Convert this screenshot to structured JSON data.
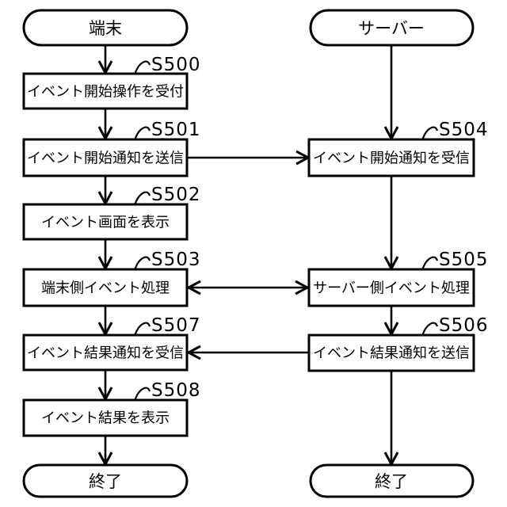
{
  "colors": {
    "background": "#ffffff",
    "line": "#000000"
  },
  "flowchart": {
    "lanes": [
      {
        "name": "terminal",
        "start": {
          "label": "端末"
        },
        "end": {
          "label": "終了"
        },
        "steps": [
          {
            "id": "S500",
            "text": "イベント開始操作を受付"
          },
          {
            "id": "S501",
            "text": "イベント開始通知を送信"
          },
          {
            "id": "S502",
            "text": "イベント画面を表示"
          },
          {
            "id": "S503",
            "text": "端末側イベント処理"
          },
          {
            "id": "S507",
            "text": "イベント結果通知を受信"
          },
          {
            "id": "S508",
            "text": "イベント結果を表示"
          }
        ]
      },
      {
        "name": "server",
        "start": {
          "label": "サーバー"
        },
        "end": {
          "label": "終了"
        },
        "steps": [
          {
            "id": "S504",
            "text": "イベント開始通知を受信"
          },
          {
            "id": "S505",
            "text": "サーバー側イベント処理"
          },
          {
            "id": "S506",
            "text": "イベント結果通知を送信"
          }
        ]
      }
    ],
    "edges": [
      {
        "from": "端末",
        "to": "S500",
        "direction": "down"
      },
      {
        "from": "S500",
        "to": "S501",
        "direction": "down"
      },
      {
        "from": "S501",
        "to": "S502",
        "direction": "down"
      },
      {
        "from": "S502",
        "to": "S503",
        "direction": "down"
      },
      {
        "from": "S503",
        "to": "S507",
        "direction": "down"
      },
      {
        "from": "S507",
        "to": "S508",
        "direction": "down"
      },
      {
        "from": "S508",
        "to": "終了",
        "direction": "down"
      },
      {
        "from": "サーバー",
        "to": "S504",
        "direction": "down"
      },
      {
        "from": "S504",
        "to": "S505",
        "direction": "down"
      },
      {
        "from": "S505",
        "to": "S506",
        "direction": "down"
      },
      {
        "from": "S506",
        "to": "終了",
        "direction": "down"
      },
      {
        "from": "S501",
        "to": "S504",
        "direction": "right"
      },
      {
        "from": "S503",
        "to": "S505",
        "direction": "both"
      },
      {
        "from": "S506",
        "to": "S507",
        "direction": "left"
      }
    ]
  }
}
